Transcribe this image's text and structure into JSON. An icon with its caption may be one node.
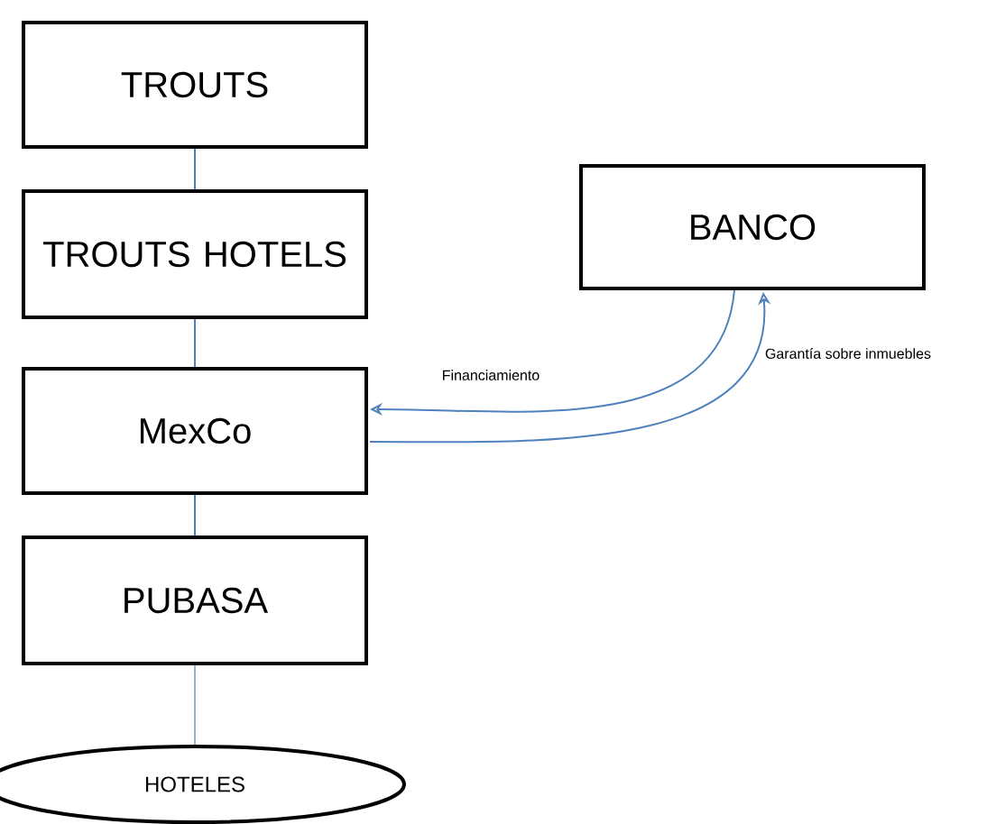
{
  "diagram": {
    "nodes": [
      {
        "text": [
          "TROUTS"
        ]
      },
      {
        "text": [
          "TROUTS HOTELS"
        ]
      },
      {
        "text": [
          "MexCo"
        ]
      },
      {
        "text": [
          "PUBASA"
        ]
      },
      {
        "text": [
          "HOTELES"
        ]
      },
      {
        "text": [
          "BANCO"
        ]
      }
    ],
    "edges": [
      {
        "from": 0,
        "to": 1,
        "arrow": "none"
      },
      {
        "from": 1,
        "to": 2,
        "arrow": "none"
      },
      {
        "from": 2,
        "to": 3,
        "arrow": "none"
      },
      {
        "from": 3,
        "to": 4,
        "arrow": "none",
        "color": "#95b3d7"
      },
      {
        "from": 5,
        "to": 2,
        "arrow": "to",
        "label": "Financiamiento"
      },
      {
        "from": 2,
        "to": 5,
        "arrow": "to",
        "label": "Garantía sobre inmuebles"
      }
    ]
  }
}
